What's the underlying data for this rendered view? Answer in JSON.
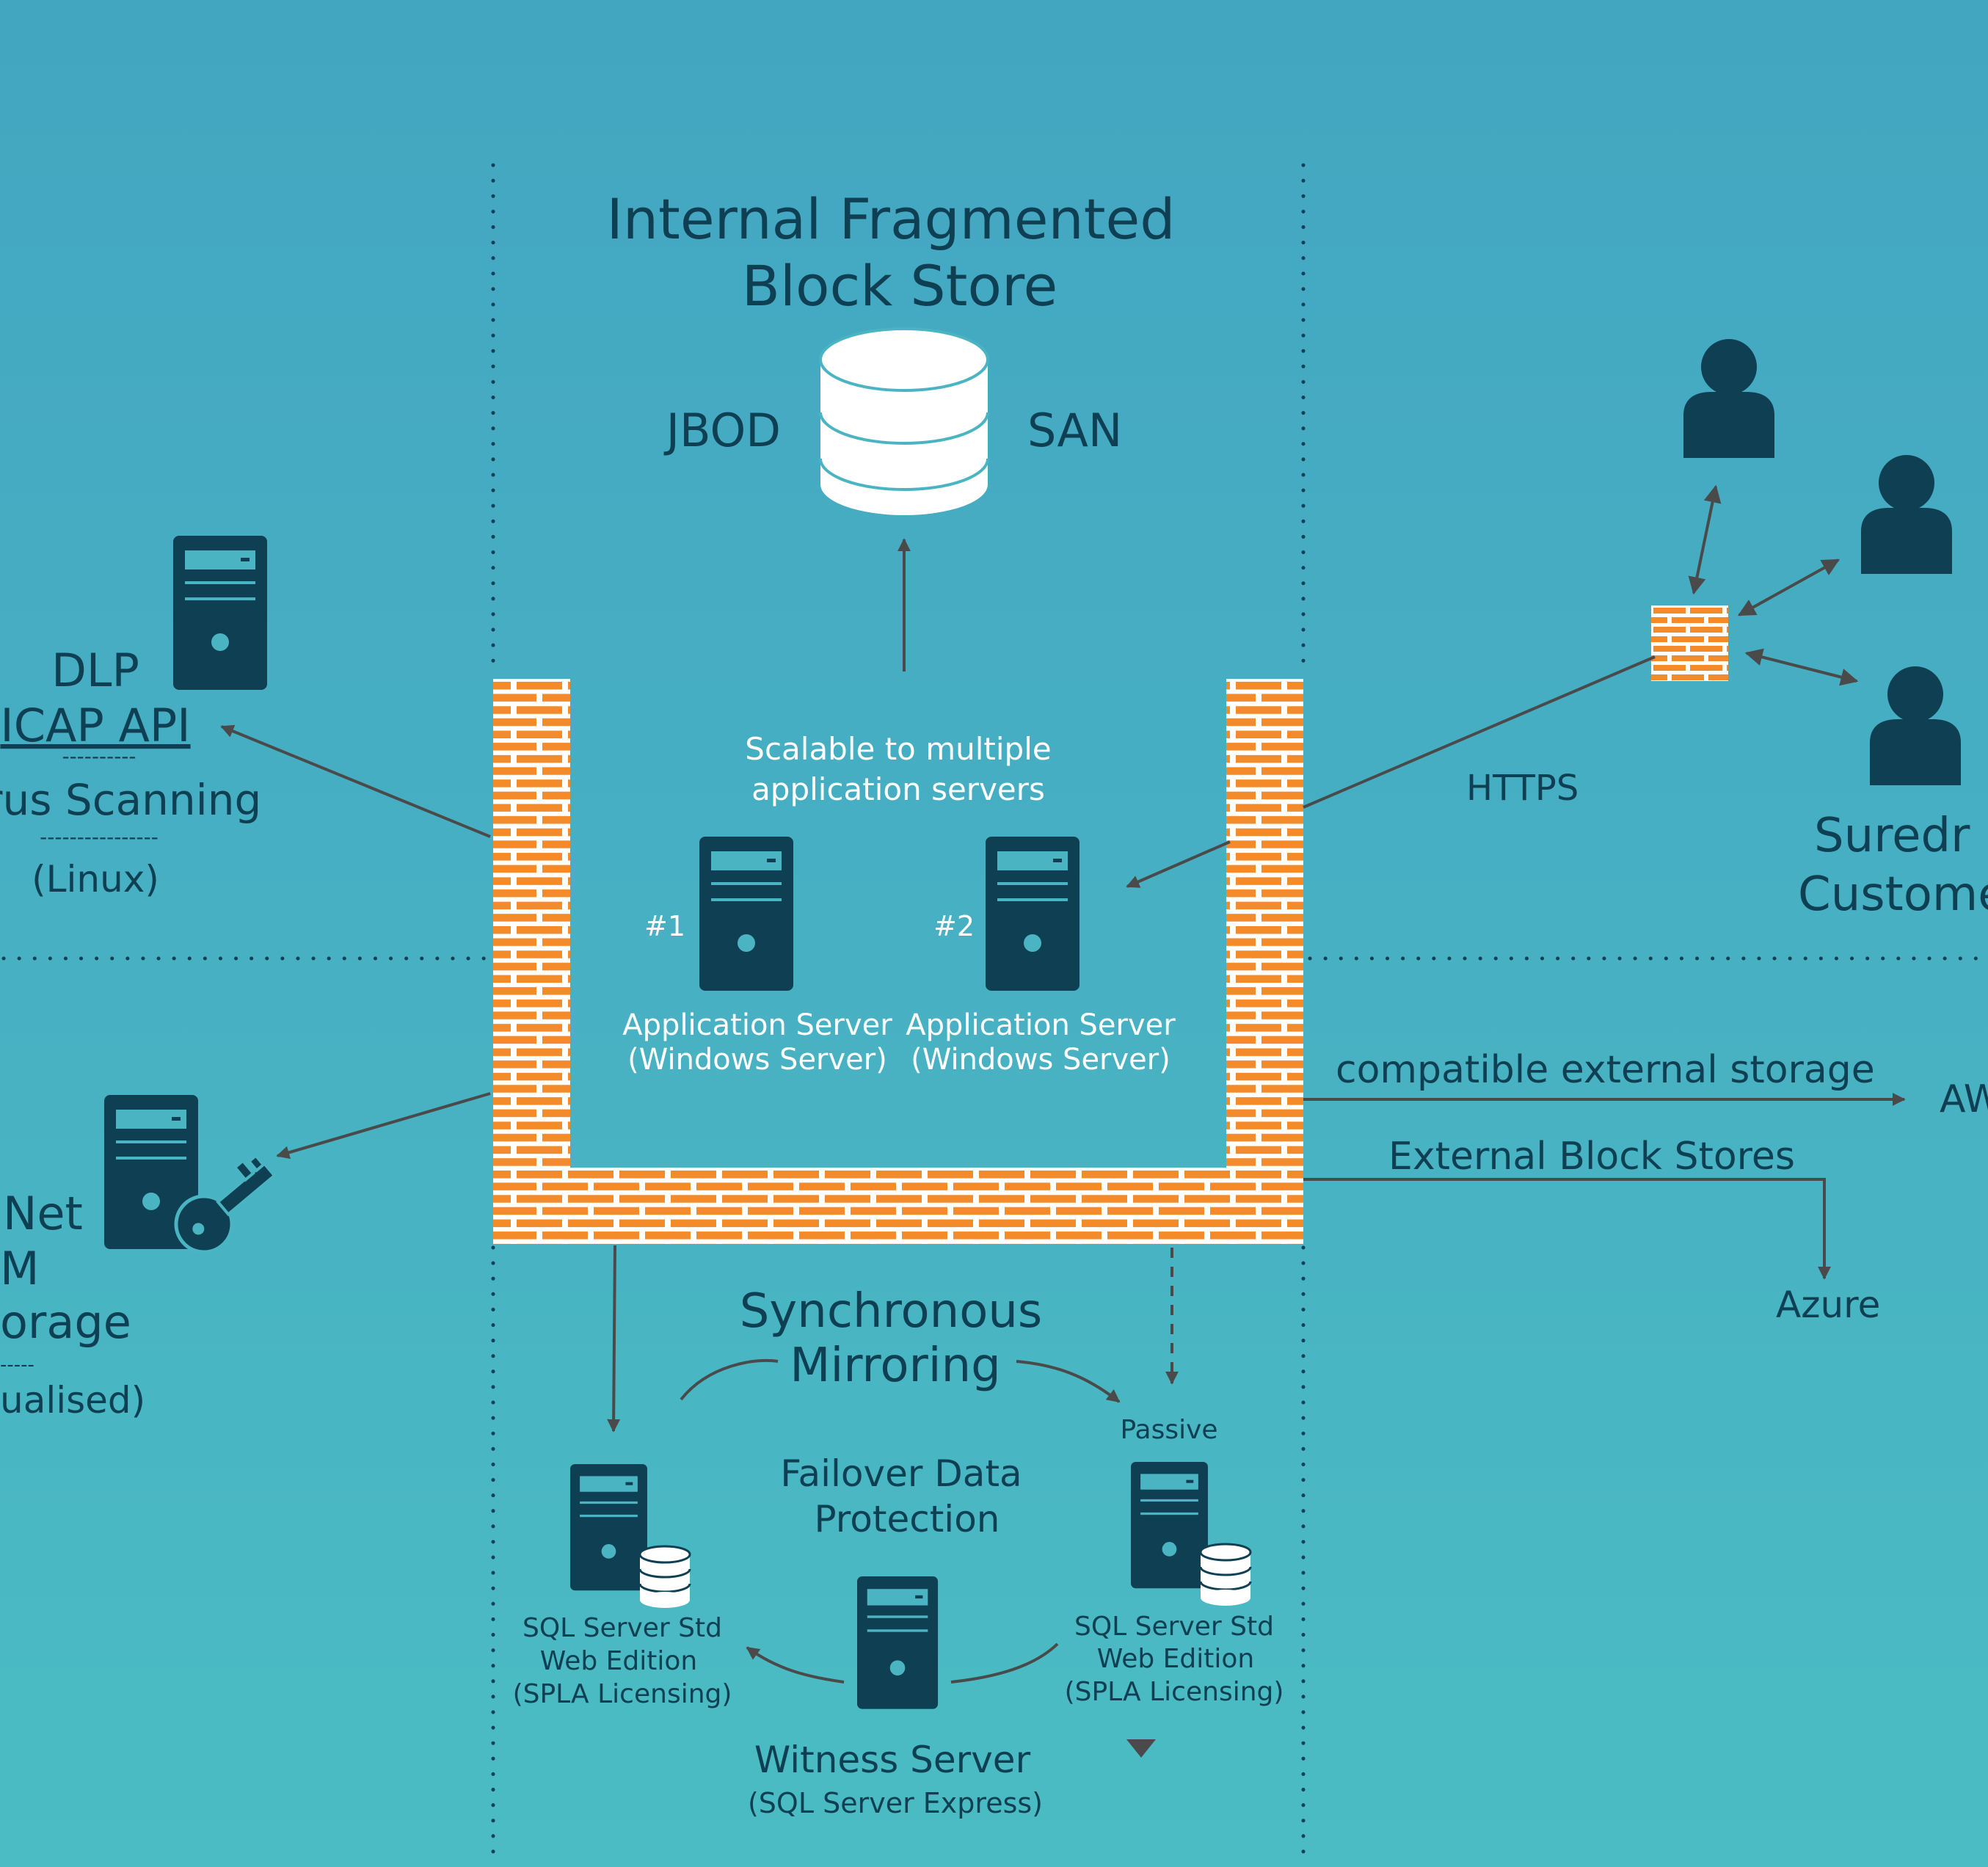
{
  "store": {
    "title_line1": "Internal Fragmented",
    "title_line2": "Block Store",
    "left_label": "JBOD",
    "right_label": "SAN"
  },
  "scalable": {
    "line1": "Scalable to multiple",
    "line2": "application servers"
  },
  "app_servers": [
    {
      "number": "#1",
      "line1": "Application Server",
      "line2": "(Windows Server)"
    },
    {
      "number": "#2",
      "line1": "Application Server",
      "line2": "(Windows Server)"
    }
  ],
  "dlp": {
    "line1": "DLP",
    "line2": "ICAP API",
    "divider1": "----------",
    "line3": "rus Scanning",
    "divider2": "----------------",
    "line4": "(Linux)"
  },
  "hsm": {
    "line1": "Net",
    "line2": "M",
    "line3": "orage",
    "divider": "-----",
    "line4": "ualised)"
  },
  "customers": {
    "link_label": "HTTPS",
    "line1": "Suredr",
    "line2": "Custome"
  },
  "external": {
    "line1": "compatible external storage",
    "target1": "AW",
    "line2": "External Block Stores",
    "target2": "Azure"
  },
  "mirroring": {
    "line1": "Synchronous",
    "line2": "Mirroring",
    "passive_label": "Passive",
    "failover_line1": "Failover Data",
    "failover_line2": "Protection"
  },
  "sql_servers": [
    {
      "line1": "SQL Server Std",
      "line2": "Web Edition",
      "line3": "(SPLA Licensing)"
    },
    {
      "line1": "SQL Server Std",
      "line2": "Web Edition",
      "line3": "(SPLA Licensing)"
    }
  ],
  "witness": {
    "line1": "Witness Server",
    "line2": "(SQL Server Express)"
  },
  "colors": {
    "dark": "#0f3f52",
    "brick": "#f38b2b",
    "mortar": "#ffffff",
    "arrow": "#4a4a4a",
    "white": "#ffffff"
  }
}
